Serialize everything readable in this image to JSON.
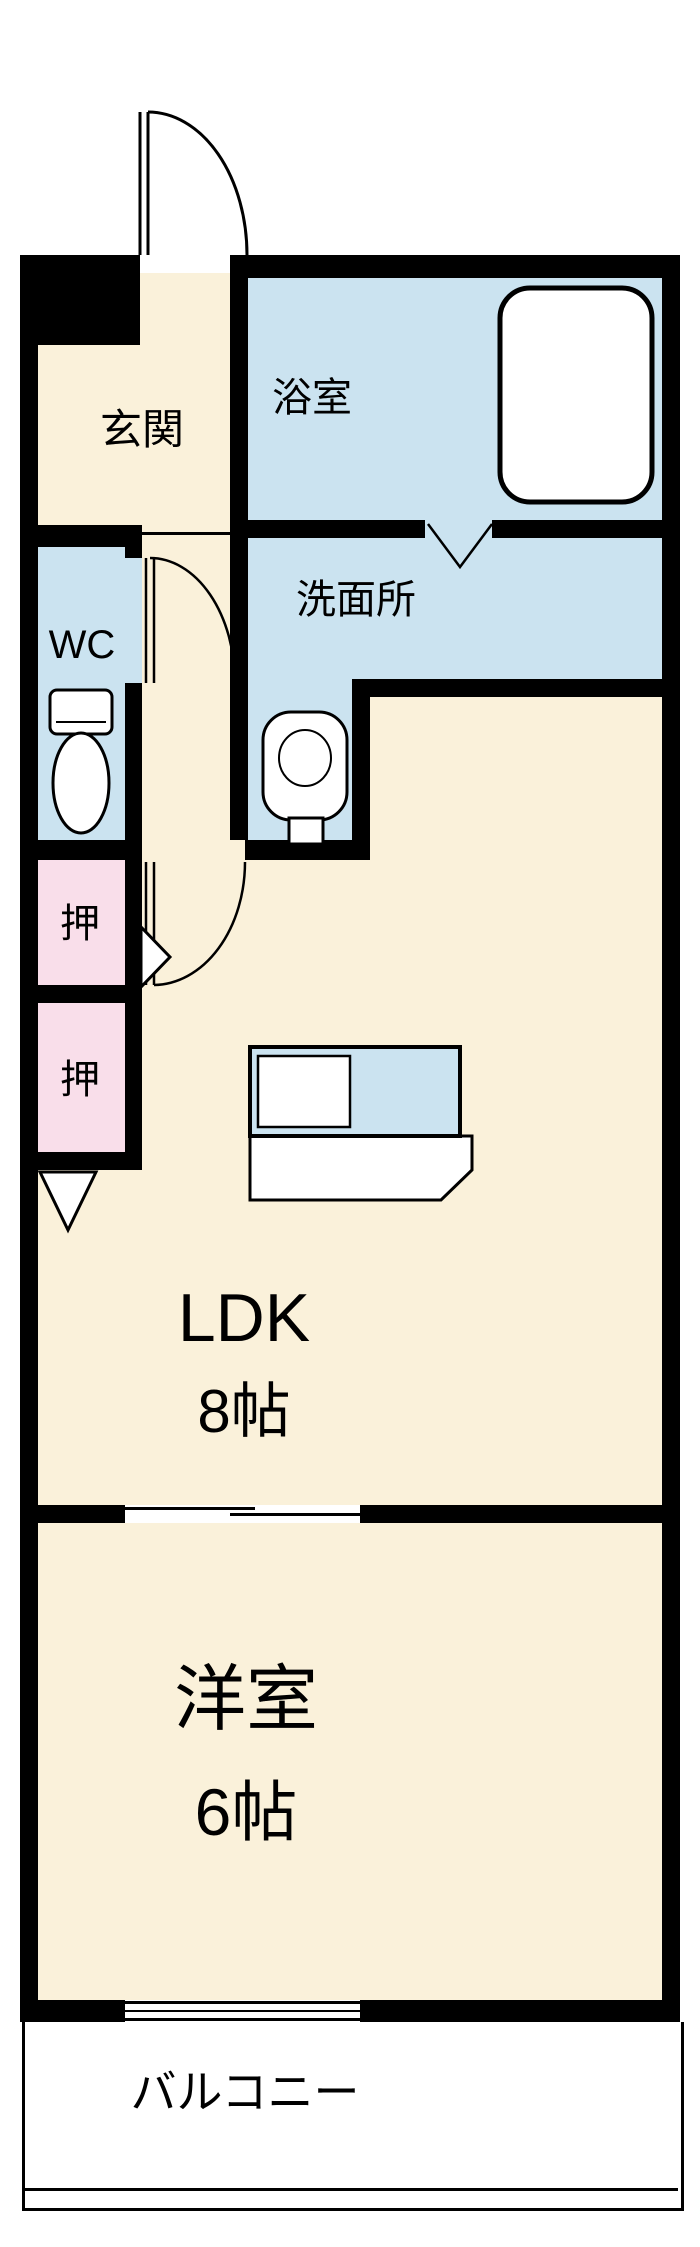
{
  "floorplan": {
    "colors": {
      "floor_cream": "#FAF1DA",
      "water_blue": "#CBE3F0",
      "closet_pink": "#F9DEEA",
      "wall_black": "#000000",
      "fixture_white": "#FFFFFF"
    },
    "rooms": {
      "genkan": {
        "name": "玄関"
      },
      "bathroom": {
        "name": "浴室"
      },
      "washroom": {
        "name": "洗面所"
      },
      "toilet": {
        "name": "WC"
      },
      "closet_upper": {
        "name": "押"
      },
      "closet_lower": {
        "name": "押"
      },
      "ldk": {
        "name": "LDK",
        "size": "8帖"
      },
      "western_room": {
        "name": "洋室",
        "size": "6帖"
      },
      "balcony": {
        "name": "バルコニー"
      }
    }
  }
}
